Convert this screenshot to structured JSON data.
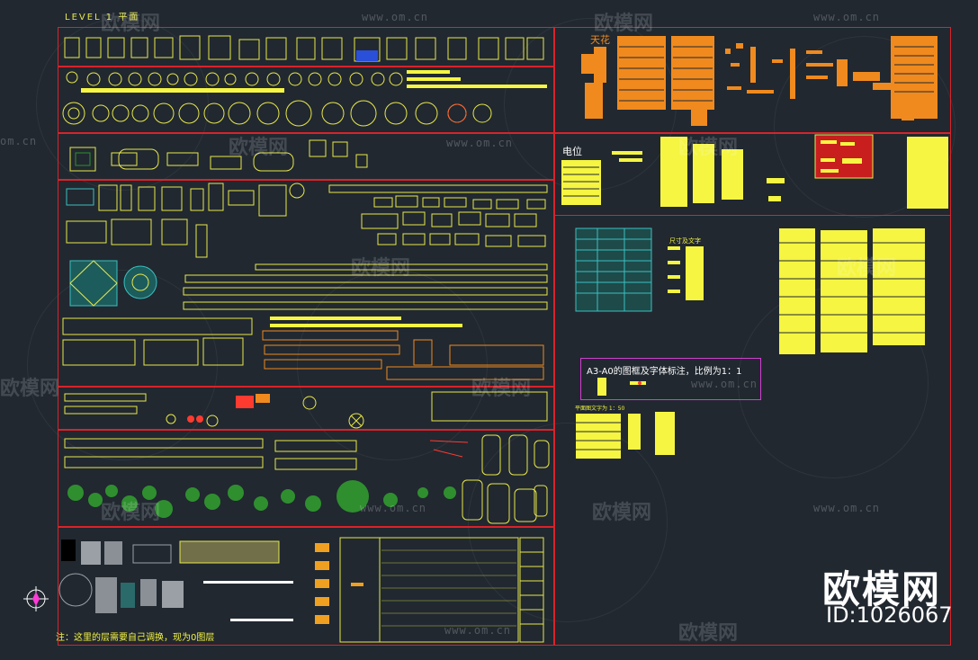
{
  "drawing": {
    "level_label": "LEVEL 1 平面",
    "ceiling_label": "天花",
    "electrical_label": "电位",
    "frame_note": "A3-A0的图框及字体标注，比例为1：1",
    "dimension_text_label": "尺寸及文字",
    "plan_text_label": "平面图文字为 1：50",
    "bottom_note": "注：这里的层需要自己调换，现为0图层"
  },
  "watermark": {
    "site_name": "欧模网",
    "url": "www.om.cn",
    "url_short": "om.cn",
    "id_text": "ID:1026067"
  },
  "colors": {
    "background": "#212830",
    "frame": "#d8232a",
    "furniture": "#e8e84a",
    "ceiling": "#f08a1e",
    "text_block": "#f5f542",
    "tree": "#2f8f2f",
    "accent": "#ff3b30",
    "highlight_border": "#d040d0"
  },
  "icons": {
    "compass": "compass-icon"
  }
}
